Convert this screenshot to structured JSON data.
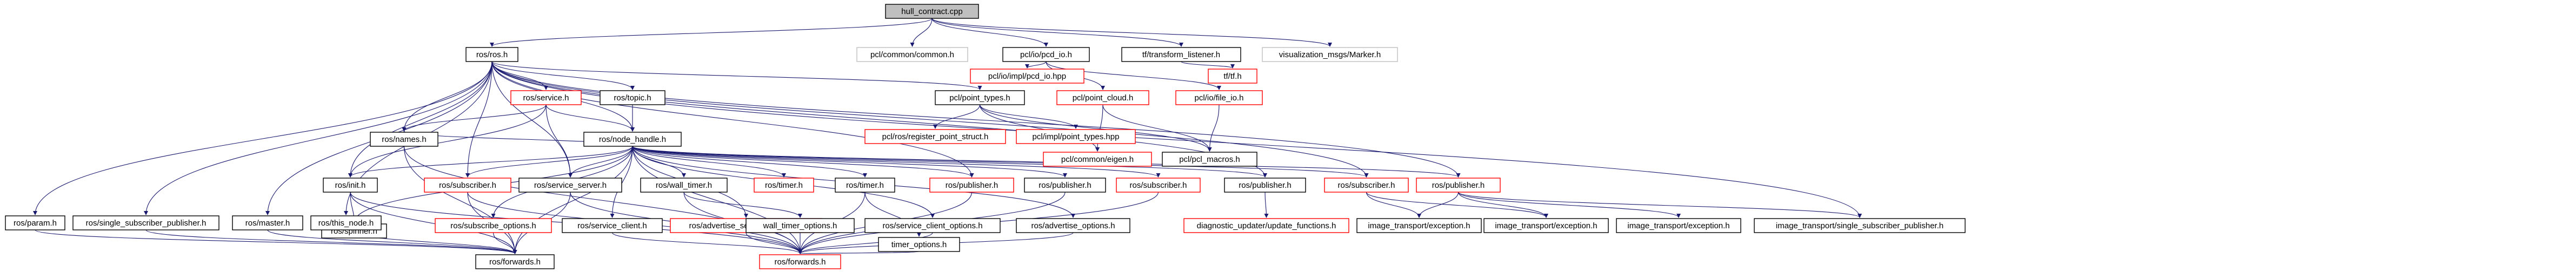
{
  "graph": {
    "title": "",
    "edge_color": "#191970",
    "missing_border_color": "#ff0000",
    "root_fill": "#bfbfbf",
    "nodes": [
      {
        "id": "root",
        "label": "hull_contract.cpp",
        "style": "root"
      },
      {
        "id": "ros",
        "label": "ros/ros.h",
        "style": "normal"
      },
      {
        "id": "pcl_common",
        "label": "pcl/common/common.h",
        "style": "plain"
      },
      {
        "id": "pcl_io_pcd",
        "label": "pcl/io/pcd_io.h",
        "style": "normal"
      },
      {
        "id": "tf_listener",
        "label": "tf/transform_listener.h",
        "style": "normal"
      },
      {
        "id": "viz_marker",
        "label": "visualization_msgs/Marker.h",
        "style": "plain"
      },
      {
        "id": "pcl_point_types",
        "label": "pcl/point_types.h",
        "style": "normal"
      },
      {
        "id": "pcl_impl_pcd",
        "label": "pcl/io/impl/pcd_io.hpp",
        "style": "missing"
      },
      {
        "id": "pcl_point_cloud",
        "label": "pcl/point_cloud.h",
        "style": "missing"
      },
      {
        "id": "pcl_file_io",
        "label": "pcl/io/file_io.h",
        "style": "missing"
      },
      {
        "id": "tf_tf",
        "label": "tf/tf.h",
        "style": "missing"
      },
      {
        "id": "pcl_reg_point",
        "label": "pcl/ros/register_point_struct.h",
        "style": "missing"
      },
      {
        "id": "pcl_impl_pt",
        "label": "pcl/impl/point_types.hpp",
        "style": "missing"
      },
      {
        "id": "pcl_eigen",
        "label": "pcl/common/eigen.h",
        "style": "missing"
      },
      {
        "id": "pcl_macros",
        "label": "pcl/pcl_macros.h",
        "style": "normal"
      },
      {
        "id": "ros_service",
        "label": "ros/service.h",
        "style": "missing"
      },
      {
        "id": "ros_topic",
        "label": "ros/topic.h",
        "style": "normal"
      },
      {
        "id": "ros_node_handle",
        "label": "ros/node_handle.h",
        "style": "normal"
      },
      {
        "id": "ros_names",
        "label": "ros/names.h",
        "style": "normal"
      },
      {
        "id": "ros_init",
        "label": "ros/init.h",
        "style": "normal"
      },
      {
        "id": "ros_subscriber_a",
        "label": "ros/subscriber.h",
        "style": "missing"
      },
      {
        "id": "ros_service_server",
        "label": "ros/service_server.h",
        "style": "normal"
      },
      {
        "id": "ros_wall_timer",
        "label": "ros/wall_timer.h",
        "style": "normal"
      },
      {
        "id": "ros_rtimer",
        "label": "ros/timer.h",
        "style": "missing"
      },
      {
        "id": "ros_timer",
        "label": "ros/timer.h",
        "style": "normal"
      },
      {
        "id": "ros_publisher_a",
        "label": "ros/publisher.h",
        "style": "missing"
      },
      {
        "id": "ros_publisher_b",
        "label": "ros/publisher.h",
        "style": "normal"
      },
      {
        "id": "ros_subscriber_b",
        "label": "ros/subscriber.h",
        "style": "missing"
      },
      {
        "id": "ros_publisher_c",
        "label": "ros/publisher.h",
        "style": "normal"
      },
      {
        "id": "ros_subscriber_c",
        "label": "ros/subscriber.h",
        "style": "missing"
      },
      {
        "id": "ros_publisher_d",
        "label": "ros/publisher.h",
        "style": "missing"
      },
      {
        "id": "ros_spinner",
        "label": "ros/spinner.h",
        "style": "normal"
      },
      {
        "id": "ros_sub_opts",
        "label": "ros/subscribe_options.h",
        "style": "missing"
      },
      {
        "id": "ros_service_client",
        "label": "ros/service_client.h",
        "style": "normal"
      },
      {
        "id": "ros_adv_svc_opts",
        "label": "ros/advertise_service_options.h",
        "style": "missing"
      },
      {
        "id": "wall_timer_opts",
        "label": "wall_timer_options.h",
        "style": "normal"
      },
      {
        "id": "ros_svc_client_opts",
        "label": "ros/service_client_options.h",
        "style": "normal"
      },
      {
        "id": "timer_opts",
        "label": "timer_options.h",
        "style": "normal"
      },
      {
        "id": "ros_adv_opts",
        "label": "ros/advertise_options.h",
        "style": "normal"
      },
      {
        "id": "diag_updater",
        "label": "diagnostic_updater/update_functions.h",
        "style": "missing"
      },
      {
        "id": "img_exc_1",
        "label": "image_transport/exception.h",
        "style": "normal"
      },
      {
        "id": "img_exc_2",
        "label": "image_transport/exception.h",
        "style": "normal"
      },
      {
        "id": "img_exc_3",
        "label": "image_transport/exception.h",
        "style": "normal"
      },
      {
        "id": "img_single_pub",
        "label": "image_transport/single_subscriber_publisher.h",
        "style": "normal"
      },
      {
        "id": "ros_param",
        "label": "ros/param.h",
        "style": "normal"
      },
      {
        "id": "ros_single_sub_pub",
        "label": "ros/single_subscriber_publisher.h",
        "style": "normal"
      },
      {
        "id": "ros_master",
        "label": "ros/master.h",
        "style": "normal"
      },
      {
        "id": "ros_this_node",
        "label": "ros/this_node.h",
        "style": "normal"
      },
      {
        "id": "ros_forwards_a",
        "label": "ros/forwards.h",
        "style": "normal"
      },
      {
        "id": "ros_forwards_b",
        "label": "ros/forwards.h",
        "style": "missing"
      }
    ],
    "edges": [
      [
        "root",
        "ros"
      ],
      [
        "root",
        "pcl_common"
      ],
      [
        "root",
        "pcl_io_pcd"
      ],
      [
        "root",
        "tf_listener"
      ],
      [
        "root",
        "viz_marker"
      ],
      [
        "ros",
        "pcl_point_types"
      ],
      [
        "ros",
        "ros_service"
      ],
      [
        "ros",
        "ros_topic"
      ],
      [
        "ros",
        "ros_node_handle"
      ],
      [
        "ros",
        "ros_names"
      ],
      [
        "ros",
        "ros_init"
      ],
      [
        "ros",
        "ros_param"
      ],
      [
        "ros",
        "ros_single_sub_pub"
      ],
      [
        "ros",
        "ros_master"
      ],
      [
        "ros",
        "ros_this_node"
      ],
      [
        "ros",
        "ros_subscriber_a"
      ],
      [
        "ros",
        "ros_service_server"
      ],
      [
        "ros",
        "ros_publisher_a"
      ],
      [
        "ros",
        "ros_publisher_c"
      ],
      [
        "ros",
        "ros_publisher_d"
      ],
      [
        "ros",
        "ros_subscriber_c"
      ],
      [
        "ros",
        "img_single_pub"
      ],
      [
        "pcl_io_pcd",
        "pcl_impl_pcd"
      ],
      [
        "pcl_io_pcd",
        "pcl_point_cloud"
      ],
      [
        "pcl_io_pcd",
        "pcl_file_io"
      ],
      [
        "tf_listener",
        "tf_tf"
      ],
      [
        "pcl_point_types",
        "pcl_reg_point"
      ],
      [
        "pcl_point_types",
        "pcl_impl_pt"
      ],
      [
        "pcl_point_types",
        "pcl_eigen"
      ],
      [
        "pcl_point_types",
        "pcl_macros"
      ],
      [
        "pcl_point_cloud",
        "pcl_eigen"
      ],
      [
        "pcl_point_cloud",
        "pcl_macros"
      ],
      [
        "pcl_file_io",
        "pcl_macros"
      ],
      [
        "ros_service",
        "ros_node_handle"
      ],
      [
        "ros_service",
        "ros_names"
      ],
      [
        "ros_service",
        "ros_init"
      ],
      [
        "ros_service",
        "ros_service_server"
      ],
      [
        "ros_topic",
        "ros_node_handle"
      ],
      [
        "ros_node_handle",
        "ros_names"
      ],
      [
        "ros_node_handle",
        "ros_init"
      ],
      [
        "ros_node_handle",
        "ros_subscriber_a"
      ],
      [
        "ros_node_handle",
        "ros_service_server"
      ],
      [
        "ros_node_handle",
        "ros_wall_timer"
      ],
      [
        "ros_node_handle",
        "ros_rtimer"
      ],
      [
        "ros_node_handle",
        "ros_timer"
      ],
      [
        "ros_node_handle",
        "ros_publisher_a"
      ],
      [
        "ros_node_handle",
        "ros_publisher_b"
      ],
      [
        "ros_node_handle",
        "ros_subscriber_b"
      ],
      [
        "ros_node_handle",
        "ros_publisher_c"
      ],
      [
        "ros_node_handle",
        "ros_subscriber_c"
      ],
      [
        "ros_node_handle",
        "ros_publisher_d"
      ],
      [
        "ros_node_handle",
        "ros_spinner"
      ],
      [
        "ros_node_handle",
        "ros_sub_opts"
      ],
      [
        "ros_node_handle",
        "ros_service_client"
      ],
      [
        "ros_node_handle",
        "ros_adv_svc_opts"
      ],
      [
        "ros_node_handle",
        "ros_svc_client_opts"
      ],
      [
        "ros_node_handle",
        "ros_adv_opts"
      ],
      [
        "ros_node_handle",
        "ros_forwards_a"
      ],
      [
        "ros_node_handle",
        "ros_forwards_b"
      ],
      [
        "ros_init",
        "ros_spinner"
      ],
      [
        "ros_init",
        "ros_forwards_a"
      ],
      [
        "ros_init",
        "ros_forwards_b"
      ],
      [
        "ros_wall_timer",
        "wall_timer_opts"
      ],
      [
        "ros_wall_timer",
        "ros_forwards_b"
      ],
      [
        "ros_timer",
        "timer_opts"
      ],
      [
        "ros_timer",
        "ros_forwards_b"
      ],
      [
        "ros_publisher_c",
        "diag_updater"
      ],
      [
        "ros_subscriber_c",
        "img_exc_1"
      ],
      [
        "ros_subscriber_c",
        "img_exc_2"
      ],
      [
        "ros_publisher_d",
        "img_exc_1"
      ],
      [
        "ros_publisher_d",
        "img_exc_2"
      ],
      [
        "ros_publisher_d",
        "img_exc_3"
      ],
      [
        "ros_publisher_d",
        "img_single_pub"
      ],
      [
        "ros_service_server",
        "ros_forwards_a"
      ],
      [
        "ros_service_server",
        "ros_forwards_b"
      ],
      [
        "ros_subscriber_a",
        "ros_forwards_a"
      ],
      [
        "ros_subscriber_a",
        "ros_forwards_b"
      ],
      [
        "ros_sub_opts",
        "ros_forwards_a"
      ],
      [
        "ros_service_client",
        "ros_forwards_b"
      ],
      [
        "ros_adv_svc_opts",
        "ros_forwards_b"
      ],
      [
        "wall_timer_opts",
        "ros_forwards_b"
      ],
      [
        "ros_svc_client_opts",
        "ros_forwards_b"
      ],
      [
        "timer_opts",
        "ros_forwards_b"
      ],
      [
        "ros_adv_opts",
        "ros_forwards_b"
      ],
      [
        "ros_publisher_a",
        "ros_forwards_b"
      ],
      [
        "ros_publisher_b",
        "ros_forwards_b"
      ],
      [
        "ros_subscriber_b",
        "ros_forwards_b"
      ],
      [
        "ros_param",
        "ros_forwards_a"
      ],
      [
        "ros_single_sub_pub",
        "ros_forwards_a"
      ],
      [
        "ros_master",
        "ros_forwards_a"
      ],
      [
        "ros_this_node",
        "ros_forwards_a"
      ],
      [
        "ros_names",
        "ros_forwards_a"
      ],
      [
        "ros_names",
        "ros_forwards_b"
      ]
    ]
  }
}
